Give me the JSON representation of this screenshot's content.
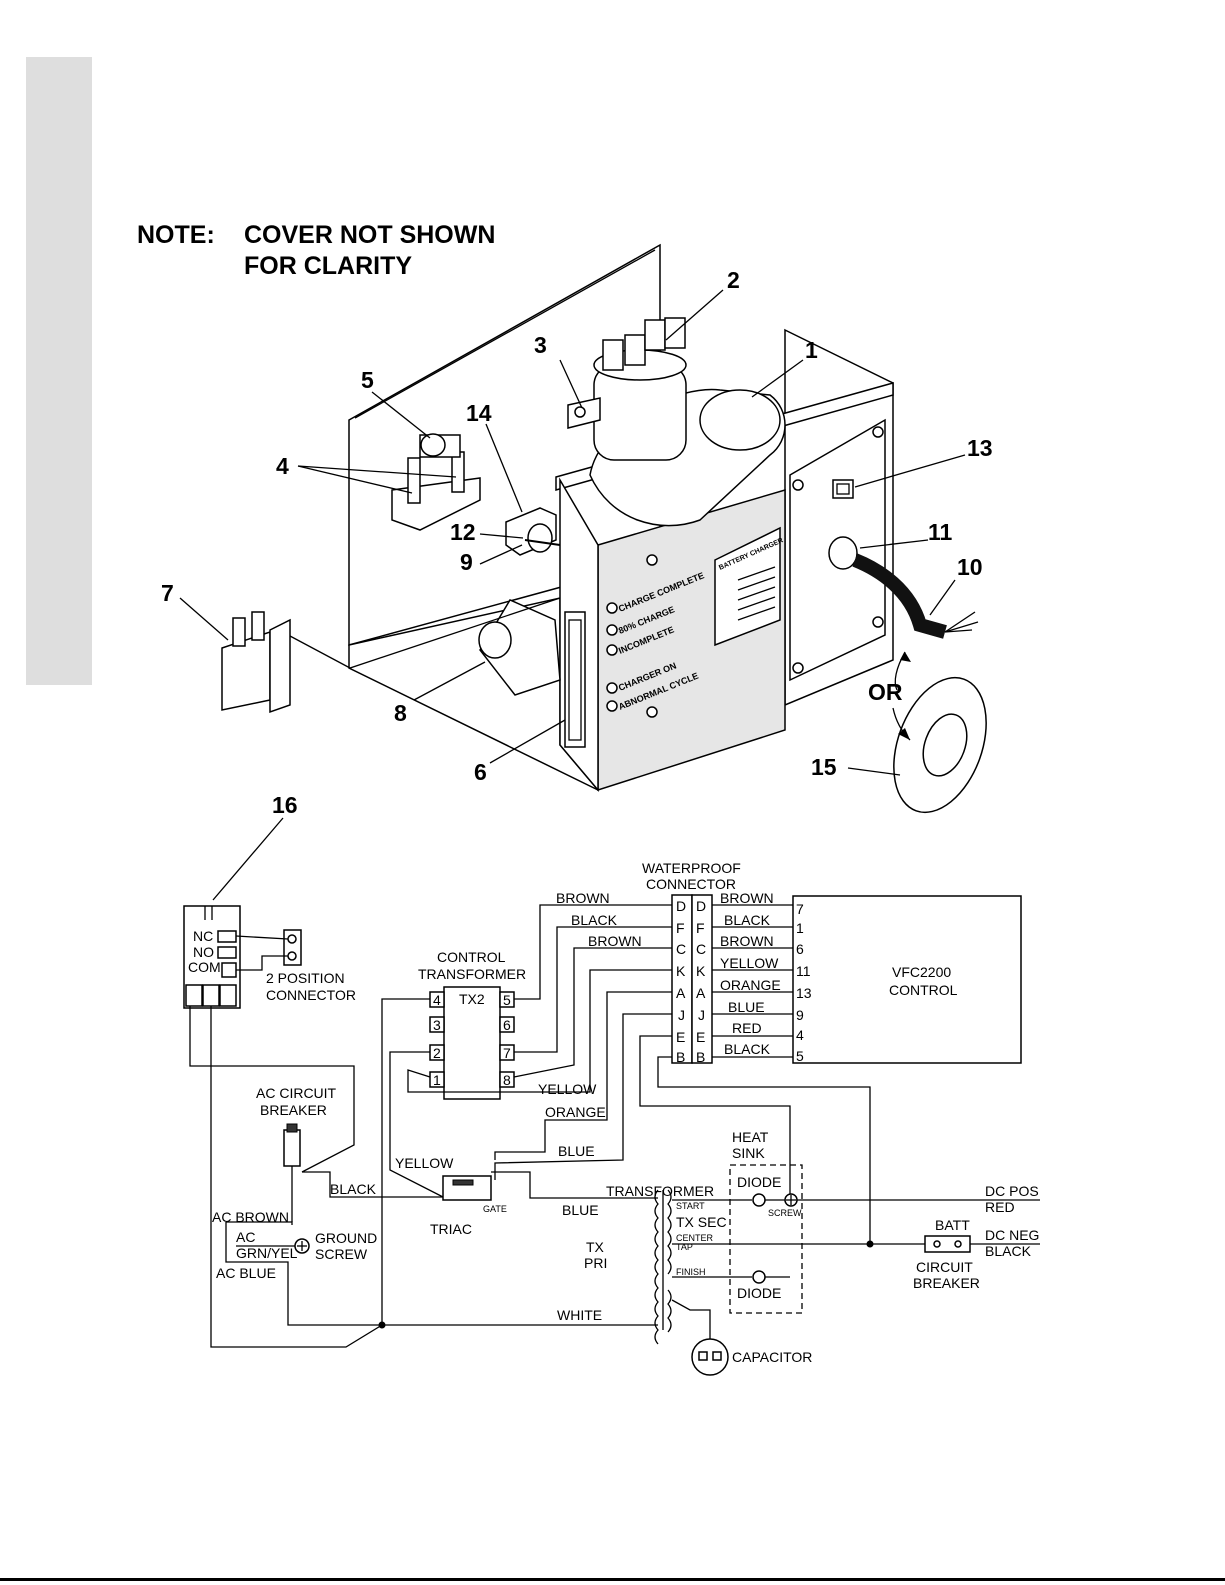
{
  "note": {
    "label": "NOTE:",
    "line1": "COVER NOT SHOWN",
    "line2": "FOR CLARITY"
  },
  "callouts": [
    "1",
    "2",
    "3",
    "4",
    "5",
    "6",
    "7",
    "8",
    "9",
    "10",
    "11",
    "12",
    "13",
    "14",
    "15",
    "16"
  ],
  "or_label": "OR",
  "panel": {
    "charge_complete": "CHARGE COMPLETE",
    "eighty_charge": "80% CHARGE",
    "incomplete": "INCOMPLETE",
    "charger_on": "CHARGER ON",
    "abnormal_cycle": "ABNORMAL CYCLE",
    "battery_charger": "BATTERY CHARGER"
  },
  "schematic": {
    "relay": {
      "nc": "NC",
      "no": "NO",
      "com": "COM"
    },
    "two_position_connector": [
      "2 POSITION",
      "CONNECTOR"
    ],
    "control_transformer": {
      "title": [
        "CONTROL",
        "TRANSFORMER"
      ],
      "name": "TX2",
      "pins_left": [
        "4",
        "3",
        "2",
        "1"
      ],
      "pins_right": [
        "5",
        "6",
        "7",
        "8"
      ]
    },
    "waterproof_connector": {
      "title": [
        "WATERPROOF",
        "CONNECTOR"
      ],
      "pins": [
        "D",
        "F",
        "C",
        "K",
        "A",
        "J",
        "E",
        "B"
      ]
    },
    "control": {
      "name": [
        "VFC2200",
        "CONTROL"
      ]
    },
    "right_wires": [
      {
        "color": "BROWN",
        "pin": "7"
      },
      {
        "color": "BLACK",
        "pin": "1"
      },
      {
        "color": "BROWN",
        "pin": "6"
      },
      {
        "color": "YELLOW",
        "pin": "11"
      },
      {
        "color": "ORANGE",
        "pin": "13"
      },
      {
        "color": "BLUE",
        "pin": "9"
      },
      {
        "color": "RED",
        "pin": "4"
      },
      {
        "color": "BLACK",
        "pin": "5"
      }
    ],
    "left_wire_labels": {
      "brown1": "BROWN",
      "black": "BLACK",
      "brown2": "BROWN",
      "yellow": "YELLOW",
      "orange": "ORANGE",
      "blue": "BLUE",
      "yellow2": "YELLOW",
      "blue2": "BLUE",
      "black2": "BLACK",
      "white": "WHITE"
    },
    "ac_breaker": [
      "AC CIRCUIT",
      "BREAKER"
    ],
    "ac_labels": {
      "ac_brown": "AC BROWN",
      "ac": "AC",
      "grn_yel": "GRN/YEL",
      "ac_blue": "AC BLUE",
      "ground_screw": [
        "GROUND",
        "SCREW"
      ]
    },
    "triac": {
      "label": "TRIAC",
      "gate": "GATE"
    },
    "transformer": {
      "label": "TRANSFORMER",
      "start": "START",
      "tx_sec": "TX SEC",
      "center_tap": [
        "CENTER",
        "TAP"
      ],
      "finish": "FINISH",
      "tx_pri": [
        "TX",
        "PRI"
      ]
    },
    "heat_sink": [
      "HEAT",
      "SINK"
    ],
    "diode": "DIODE",
    "screw": "SCREW",
    "capacitor": "CAPACITOR",
    "dc_pos": [
      "DC POS",
      "RED"
    ],
    "dc_neg": [
      "DC NEG",
      "BLACK"
    ],
    "batt": "BATT",
    "circuit_breaker": [
      "CIRCUIT",
      "BREAKER"
    ]
  }
}
